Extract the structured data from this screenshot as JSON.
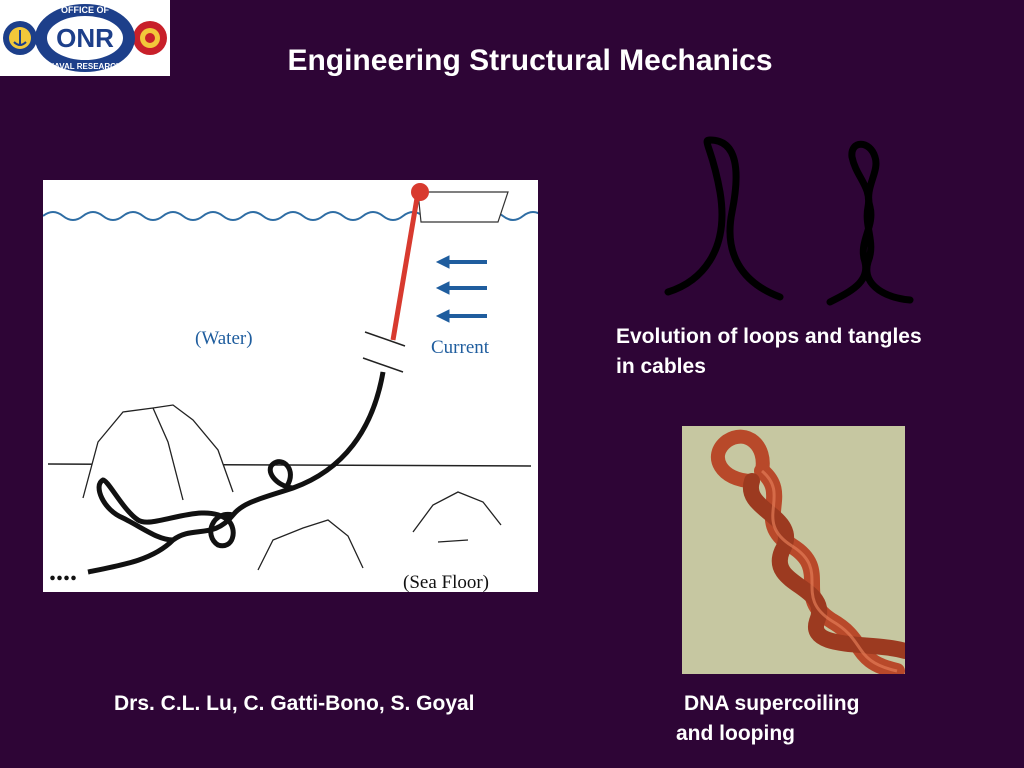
{
  "logo": {
    "top_text": "OFFICE OF",
    "center_text": "ONR",
    "bottom_text": "NAVAL RESEARCH"
  },
  "title": "Engineering Structural Mechanics",
  "diagram": {
    "water_label": "(Water)",
    "current_label": "Current",
    "seafloor_label": "(Sea Floor)",
    "ellipsis": "...."
  },
  "captions": {
    "loops": [
      "Evolution of loops and tangles",
      "in cables"
    ],
    "authors": "Drs. C.L. Lu, C. Gatti-Bono, S. Goyal",
    "dna": [
      "DNA supercoiling",
      "and looping"
    ]
  },
  "colors": {
    "background": "#2e0536",
    "cable_red": "#d83a2f",
    "arrow_blue": "#1f5d9e",
    "water_line": "#2e6da4",
    "dna_red": "#b8492a",
    "dna_bg": "#c6c7a1"
  }
}
